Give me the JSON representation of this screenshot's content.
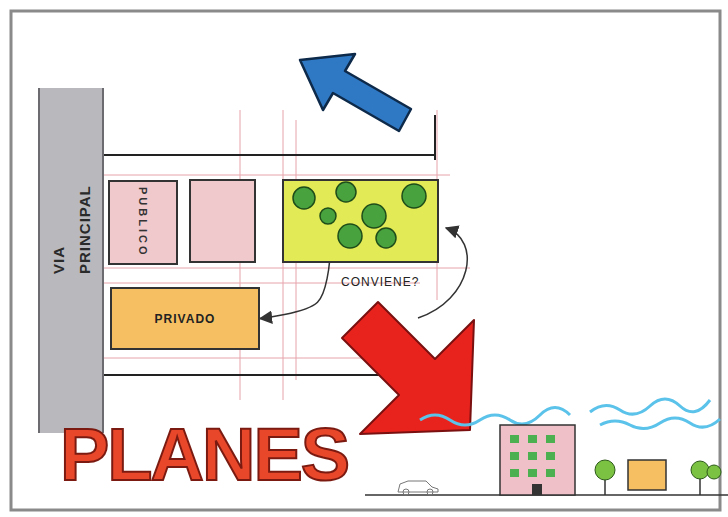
{
  "diagram": {
    "title": "PLANES",
    "nodes": [
      {
        "text": [
          "VIA PRINCIPAL"
        ]
      },
      {
        "text": [
          "PUBLICO"
        ]
      },
      {
        "text": [
          "CONVIENE?"
        ]
      },
      {
        "text": [
          "PRIVADO"
        ]
      }
    ],
    "edges": [
      {
        "from": 2,
        "to": 3,
        "arrow": "to"
      }
    ]
  }
}
